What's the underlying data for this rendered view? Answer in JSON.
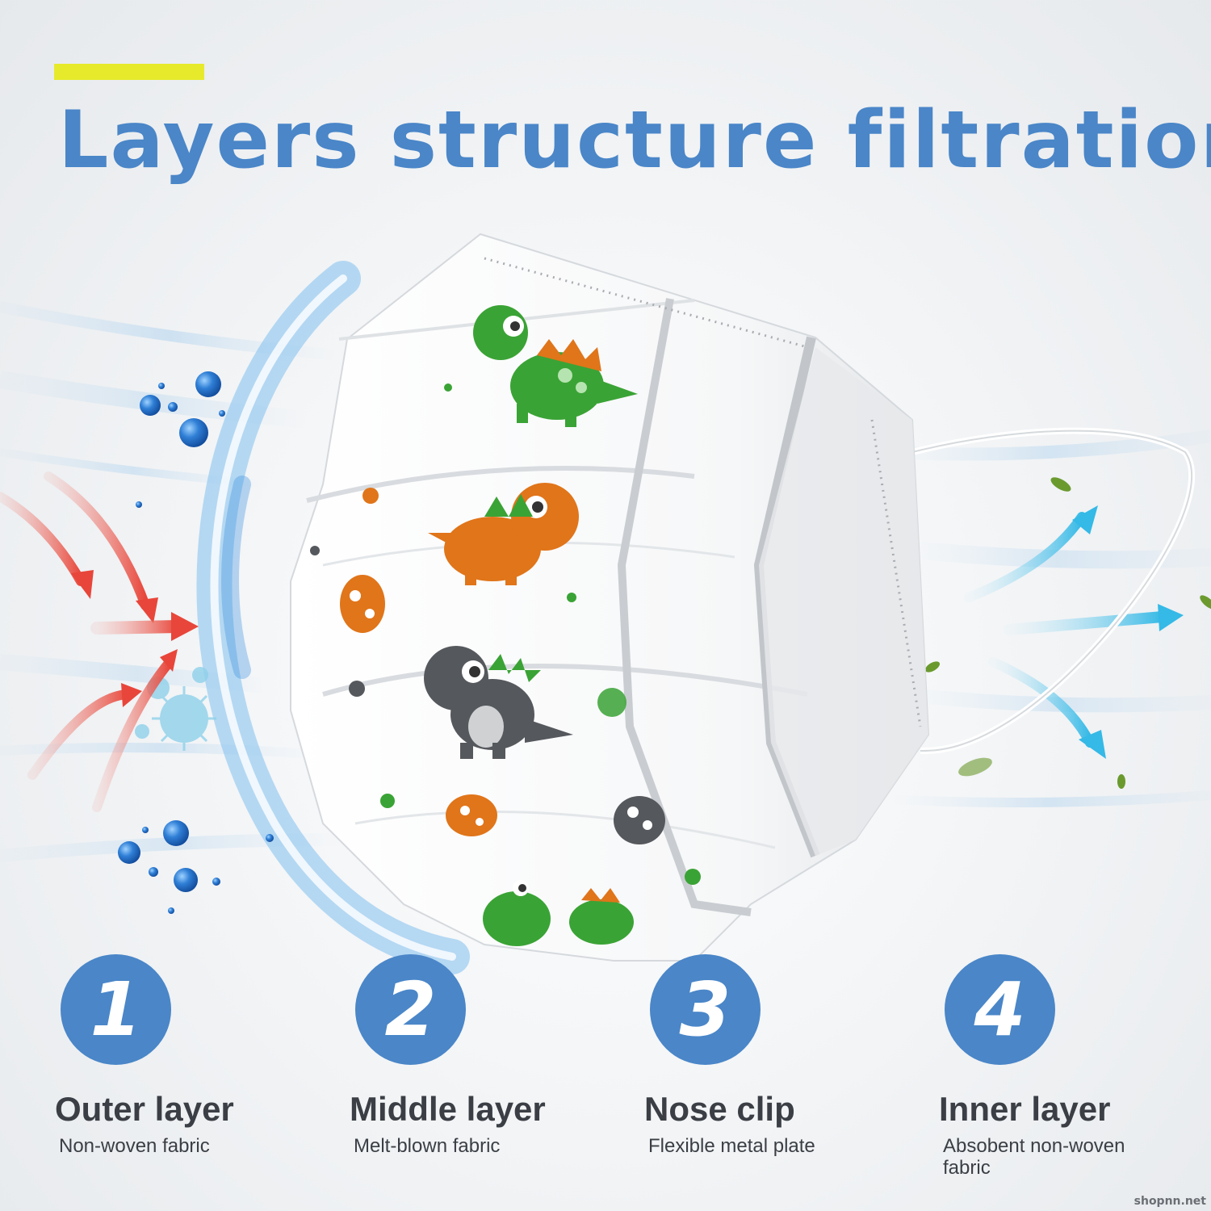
{
  "colors": {
    "accent_bar": "#e6ea2a",
    "title": "#4a86c8",
    "badge": "#4a86c8",
    "dino_green": "#3aa335",
    "dino_orange": "#e0751a",
    "dino_gray": "#55585c",
    "arrow_red": "#e8463a",
    "arrow_blue": "#35b9e6",
    "particle_blue": "#2f7fd6"
  },
  "title": "Layers structure filtration",
  "steps": [
    {
      "number": "1",
      "name": "Outer layer",
      "description": "Non-woven fabric"
    },
    {
      "number": "2",
      "name": "Middle layer",
      "description": "Melt-blown fabric"
    },
    {
      "number": "3",
      "name": "Nose clip",
      "description": "Flexible metal plate"
    },
    {
      "number": "4",
      "name": "Inner layer",
      "description": "Absobent non-woven fabric"
    }
  ],
  "watermark": "shopnn.net"
}
